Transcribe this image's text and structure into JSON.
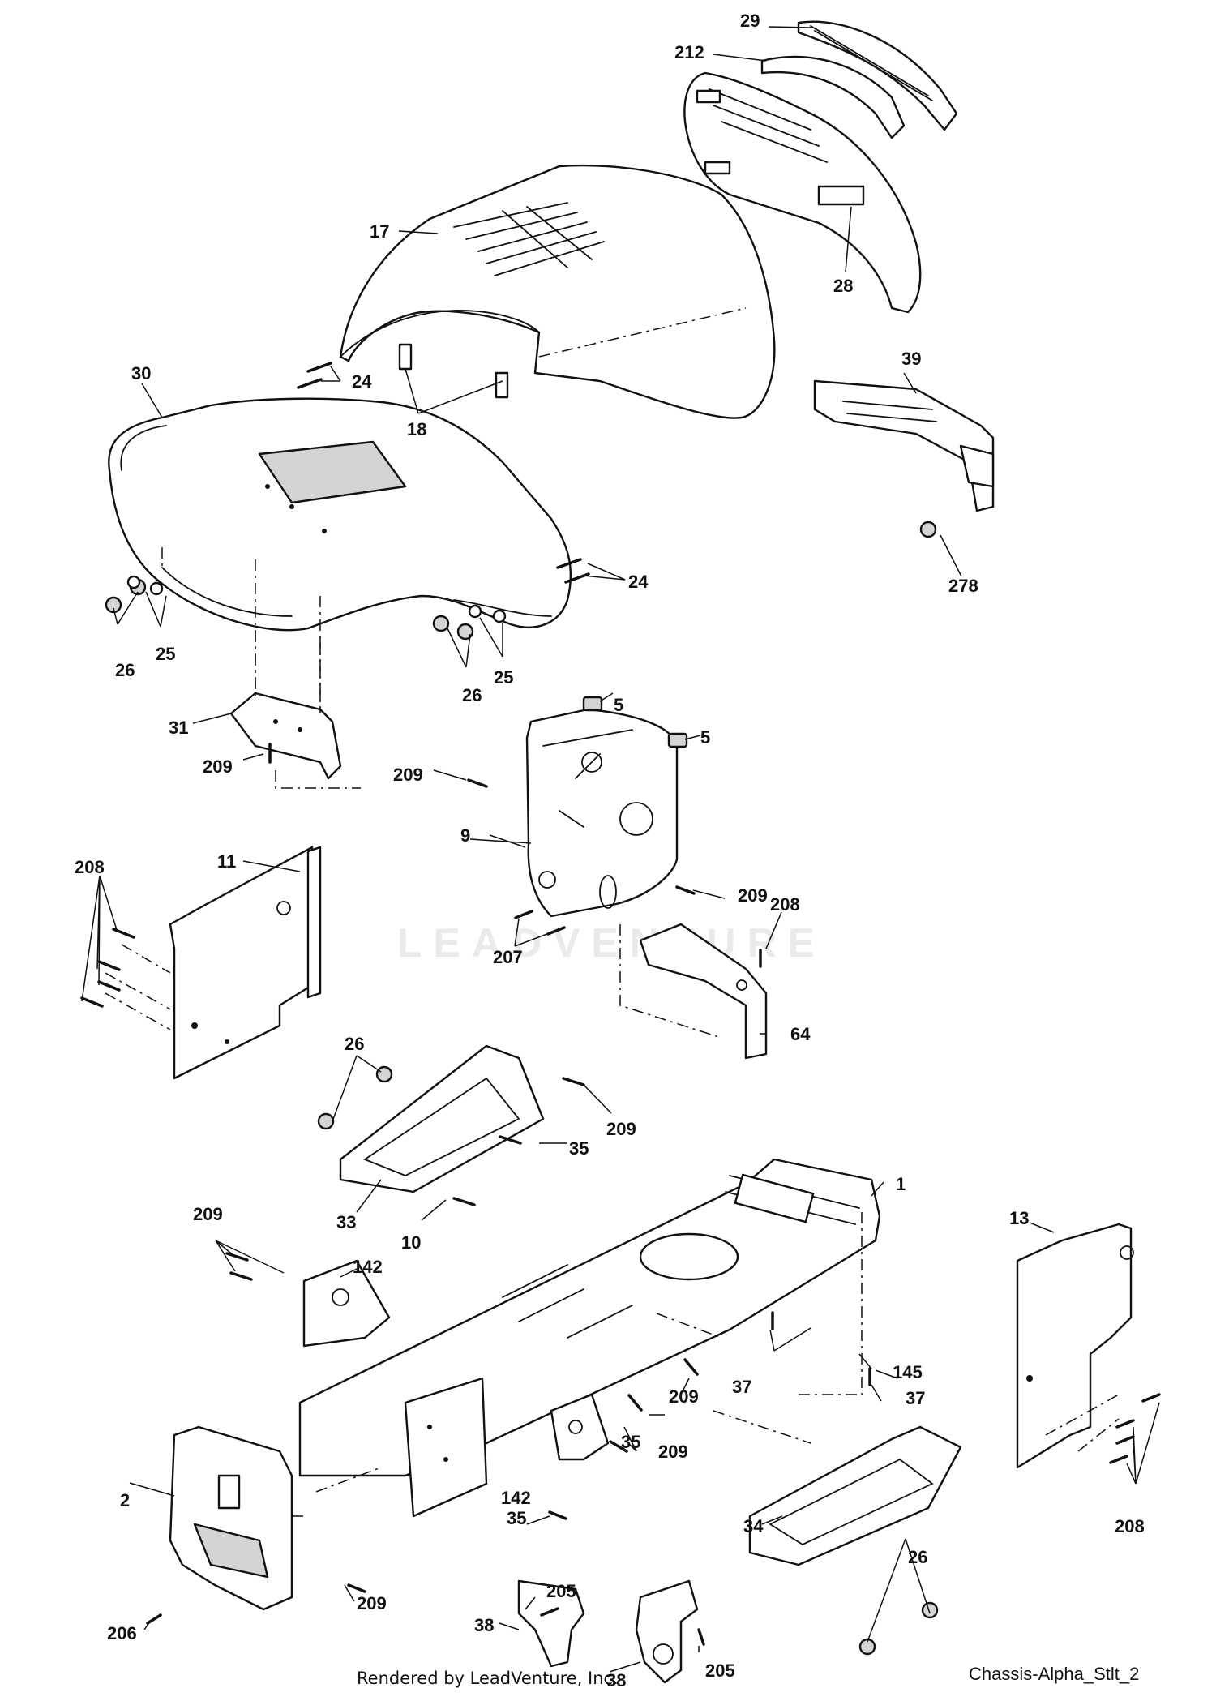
{
  "watermark": "LEADVENTURE",
  "footer": {
    "credit": "Rendered by LeadVenture, Inc.",
    "drawing_code": "Chassis-Alpha_Stlt_2"
  },
  "callouts": {
    "c1": "1",
    "c2": "2",
    "c5a": "5",
    "c5b": "5",
    "c9": "9",
    "c10": "10",
    "c11": "11",
    "c13": "13",
    "c17": "17",
    "c18": "18",
    "c24a": "24",
    "c24b": "24",
    "c25a": "25",
    "c25b": "25",
    "c26a": "26",
    "c26b": "26",
    "c26c": "26",
    "c26d": "26",
    "c28": "28",
    "c29": "29",
    "c30": "30",
    "c31": "31",
    "c33": "33",
    "c34": "34",
    "c35a": "35",
    "c35b": "35",
    "c35c": "35",
    "c37a": "37",
    "c37b": "37",
    "c38a": "38",
    "c38b": "38",
    "c39": "39",
    "c64": "64",
    "c142a": "142",
    "c142b": "142",
    "c145": "145",
    "c205a": "205",
    "c205b": "205",
    "c206": "206",
    "c207": "207",
    "c208a": "208",
    "c208b": "208",
    "c208c": "208",
    "c209a": "209",
    "c209b": "209",
    "c209c": "209",
    "c209d": "209",
    "c209e": "209",
    "c209f": "209",
    "c209g": "209",
    "c209h": "209",
    "c212": "212",
    "c278": "278"
  }
}
